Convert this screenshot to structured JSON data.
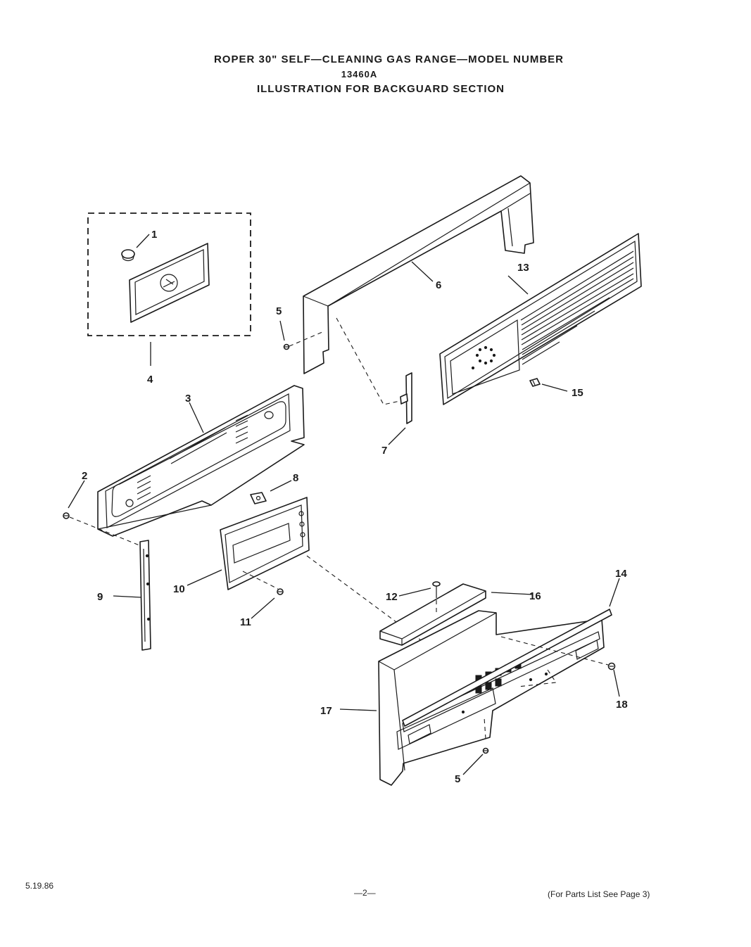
{
  "header": {
    "line1": "ROPER  30\" SELF—CLEANING GAS RANGE—MODEL NUMBER",
    "line2": "13460A",
    "line3": "ILLUSTRATION FOR BACKGUARD SECTION"
  },
  "callouts": {
    "p1": "1",
    "p2": "2",
    "p3": "3",
    "p4": "4",
    "p5a": "5",
    "p5b": "5",
    "p6": "6",
    "p7": "7",
    "p8": "8",
    "p9": "9",
    "p10": "10",
    "p11": "11",
    "p12": "12",
    "p13": "13",
    "p14": "14",
    "p15": "15",
    "p16": "16",
    "p17": "17",
    "p18": "18"
  },
  "footer": {
    "date": "5.19.86",
    "page": "—2—",
    "note": "(For Parts List See Page 3)"
  }
}
